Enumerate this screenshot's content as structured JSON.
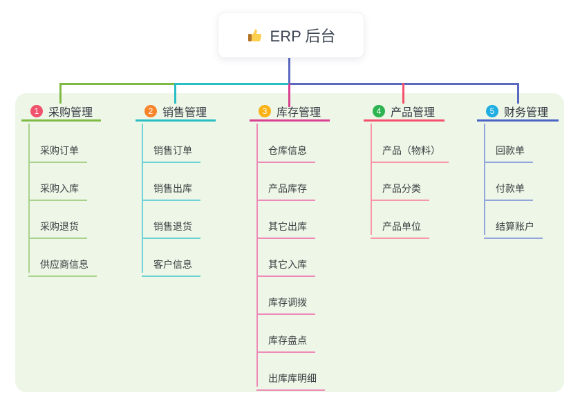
{
  "root": {
    "title": "ERP 后台",
    "icon": "thumbs-up-icon"
  },
  "canvas": {
    "background": "#ffffff",
    "panel_background": "#edf6e7",
    "root_connector_color": "#5a68c0"
  },
  "branches": [
    {
      "num": "1",
      "title": "采购管理",
      "badge_color": "#f0516c",
      "line_color": "#7fbb44",
      "child_line_color": "#a9d38d",
      "children": [
        "采购订单",
        "采购入库",
        "采购退货",
        "供应商信息"
      ]
    },
    {
      "num": "2",
      "title": "销售管理",
      "badge_color": "#f8842c",
      "line_color": "#29bec4",
      "child_line_color": "#6fd3d6",
      "children": [
        "销售订单",
        "销售出库",
        "销售退货",
        "客户信息"
      ]
    },
    {
      "num": "3",
      "title": "库存管理",
      "badge_color": "#fbb217",
      "line_color": "#d9408f",
      "child_line_color": "#ee8ab8",
      "children": [
        "仓库信息",
        "产品库存",
        "其它出库",
        "其它入库",
        "库存调拨",
        "库存盘点",
        "出库库明细"
      ]
    },
    {
      "num": "4",
      "title": "产品管理",
      "badge_color": "#2eb351",
      "line_color": "#f4506c",
      "child_line_color": "#f797a7",
      "children": [
        "产品（物料）",
        "产品分类",
        "产品单位"
      ]
    },
    {
      "num": "5",
      "title": "财务管理",
      "badge_color": "#1fade2",
      "line_color": "#4a63c4",
      "child_line_color": "#93a6dc",
      "children": [
        "回款单",
        "付款单",
        "结算账户"
      ]
    }
  ]
}
